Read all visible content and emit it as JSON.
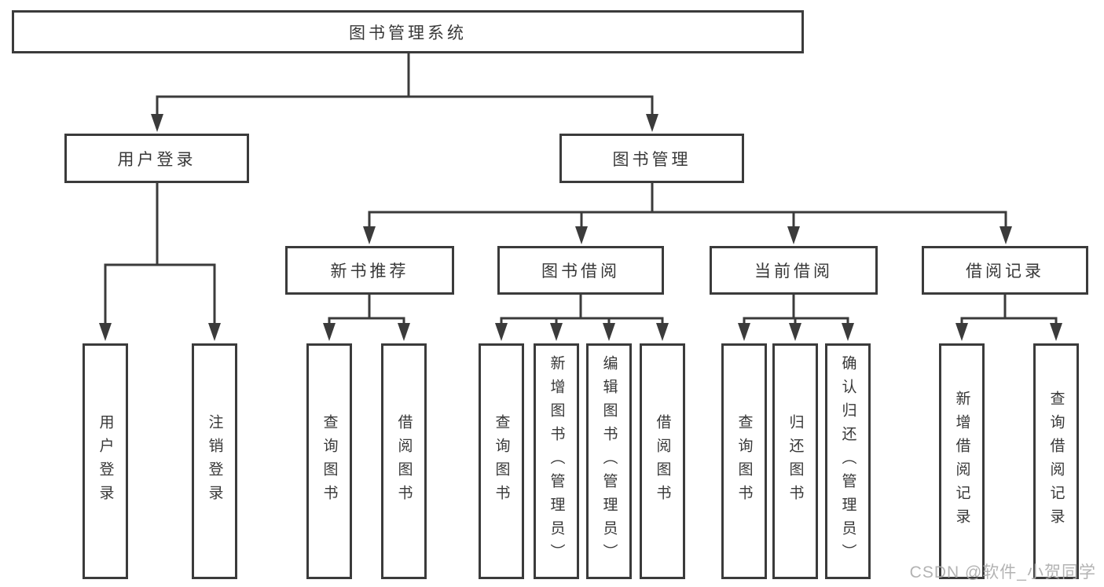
{
  "diagram": {
    "root": {
      "label": "图书管理系统"
    },
    "branches": [
      {
        "label": "用户登录",
        "leaves": [
          "用户登录",
          "注销登录"
        ]
      },
      {
        "label": "图书管理",
        "groups": [
          {
            "label": "新书推荐",
            "leaves": [
              "查询图书",
              "借阅图书"
            ]
          },
          {
            "label": "图书借阅",
            "leaves": [
              "查询图书",
              "新增图书（管理员）",
              "编辑图书（管理员）",
              "借阅图书"
            ]
          },
          {
            "label": "当前借阅",
            "leaves": [
              "查询图书",
              "归还图书",
              "确认归还（管理员）"
            ]
          },
          {
            "label": "借阅记录",
            "leaves": [
              "新增借阅记录",
              "查询借阅记录"
            ]
          }
        ]
      }
    ],
    "watermark": "CSDN @软件_小贺同学",
    "colors": {
      "line": "#3b3b3b",
      "text": "#383838",
      "background": "#ffffff",
      "watermark": "#ababab"
    }
  }
}
